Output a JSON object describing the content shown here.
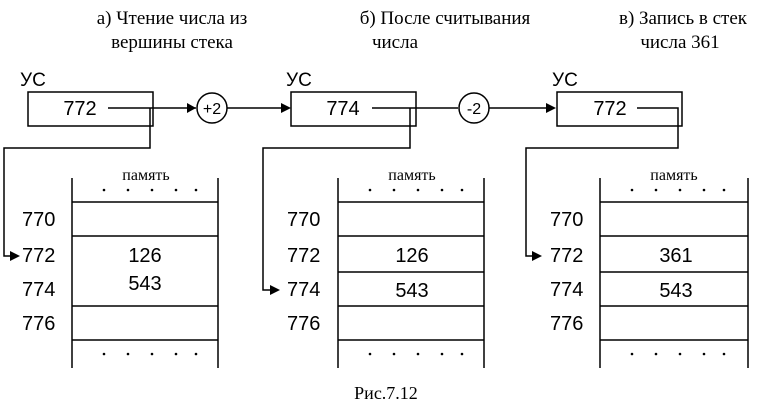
{
  "panels": [
    {
      "title_line1": "а) Чтение числа из",
      "title_line2": "вершины стека",
      "register_label": "УС",
      "register_value": "772",
      "memory_title": "память",
      "addresses": [
        "770",
        "772",
        "774",
        "776"
      ],
      "cells": [
        "",
        "126",
        "543",
        ""
      ]
    },
    {
      "title_line1": "б) После считывания",
      "title_line2": "числа",
      "register_label": "УС",
      "register_value": "774",
      "memory_title": "память",
      "addresses": [
        "770",
        "772",
        "774",
        "776"
      ],
      "cells": [
        "",
        "126",
        "543",
        ""
      ]
    },
    {
      "title_line1": "в) Запись в стек",
      "title_line2": "числа 361",
      "register_label": "УС",
      "register_value": "772",
      "memory_title": "память",
      "addresses": [
        "770",
        "772",
        "774",
        "776"
      ],
      "cells": [
        "",
        "361",
        "543",
        ""
      ]
    }
  ],
  "operations": [
    "+2",
    "-2"
  ],
  "caption": "Рис.7.12"
}
